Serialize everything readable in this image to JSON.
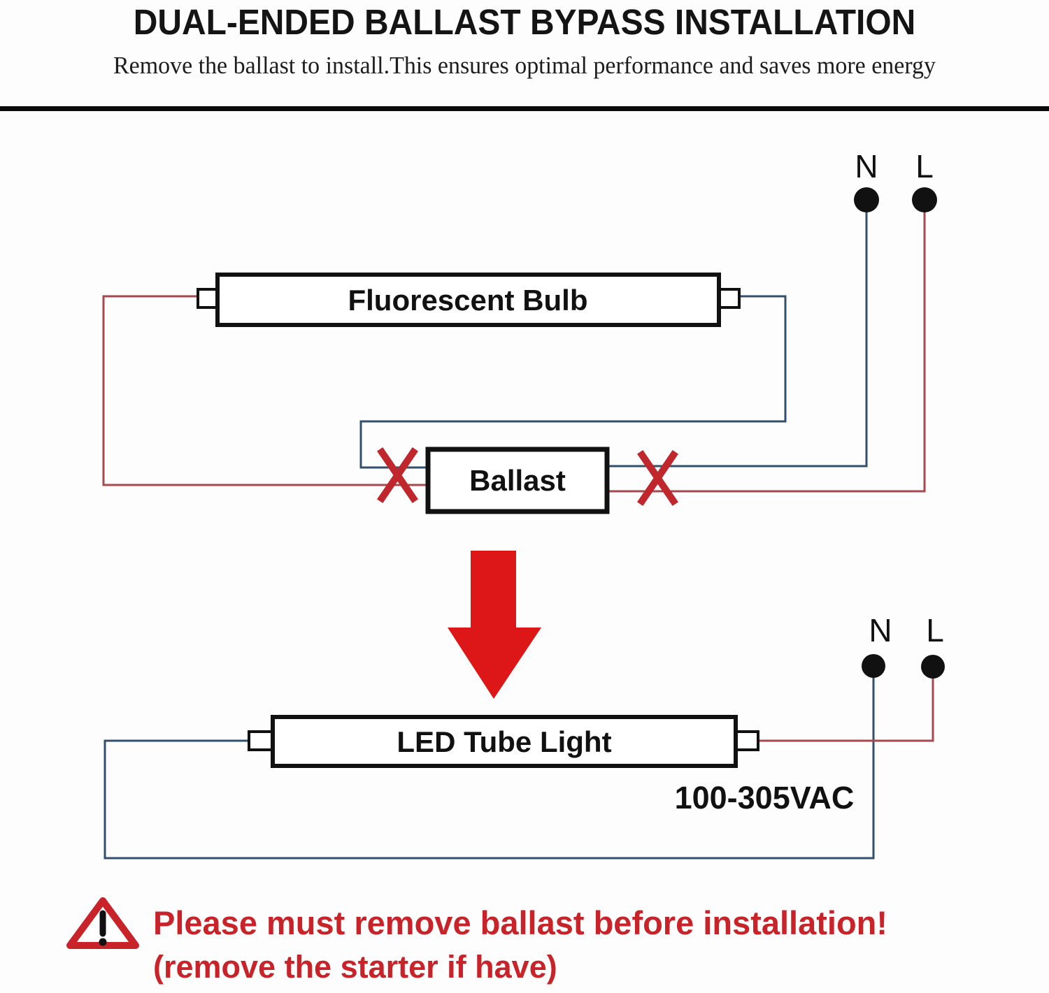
{
  "header": {
    "title": "DUAL-ENDED BALLAST BYPASS INSTALLATION",
    "subtitle": "Remove the ballast to install.This ensures optimal performance and saves more energy"
  },
  "diagram_before": {
    "bulb_label": "Fluorescent Bulb",
    "ballast_label": "Ballast",
    "terminal_n": "N",
    "terminal_l": "L"
  },
  "diagram_after": {
    "tube_label": "LED Tube Light",
    "voltage_label": "100-305VAC",
    "terminal_n": "N",
    "terminal_l": "L"
  },
  "warning": {
    "line1": "Please must remove ballast before installation!",
    "line2": "(remove the starter if have)"
  },
  "colors": {
    "wire_live_red": "#a5494e",
    "wire_neutral_blue": "#32506e",
    "cross_red": "#bf272d",
    "arrow_red": "#dd1717",
    "warning_red": "#c9232a",
    "ink_black": "#111111"
  }
}
